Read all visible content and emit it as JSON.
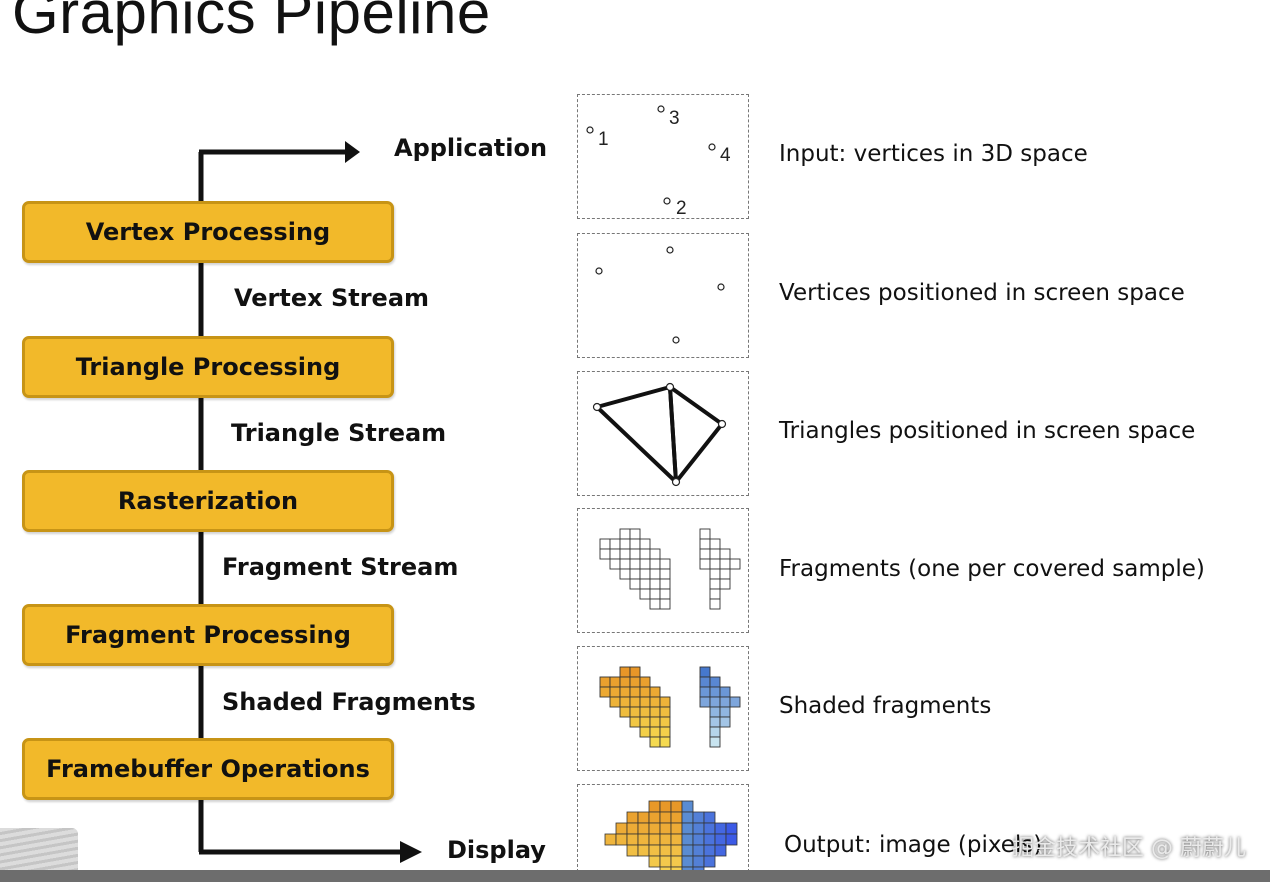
{
  "title": "Graphics Pipeline",
  "pipeline": {
    "application_label": "Application",
    "display_label": "Display",
    "stages": [
      "Vertex Processing",
      "Triangle Processing",
      "Rasterization",
      "Fragment Processing",
      "Framebuffer Operations"
    ],
    "streams": [
      "Vertex Stream",
      "Triangle Stream",
      "Fragment Stream",
      "Shaded Fragments"
    ]
  },
  "panels": {
    "vertex_numbers": [
      "1",
      "2",
      "3",
      "4"
    ]
  },
  "descriptions": [
    "Input: vertices in 3D space",
    "Vertices positioned in screen space",
    "Triangles positioned in screen space",
    "Fragments (one per covered sample)",
    "Shaded fragments",
    "Output: image (pixels)"
  ],
  "watermark": "掘金技术社区 @ 蔚蔚儿",
  "colors": {
    "stage_fill": "#f2b92a",
    "stage_border": "#c79416",
    "shaded_orange": "#eea73a",
    "shaded_blue": "#6b9ad6"
  }
}
